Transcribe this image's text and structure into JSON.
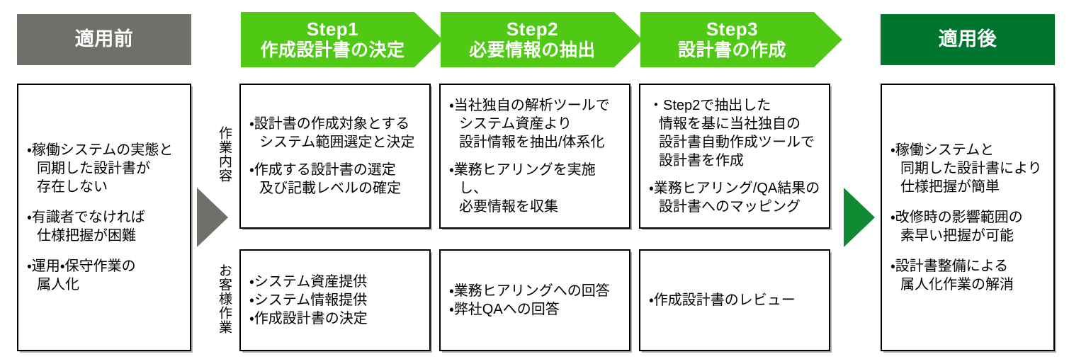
{
  "headers": {
    "before": {
      "label": "適用前",
      "color": "#706f6a"
    },
    "after": {
      "label": "適用後",
      "color": "#00752e"
    },
    "steps": [
      {
        "step": "Step1",
        "title": "作成設計書の決定",
        "color": "#4fc913"
      },
      {
        "step": "Step2",
        "title": "必要情報の抽出",
        "color": "#4fc913"
      },
      {
        "step": "Step3",
        "title": "設計書の作成",
        "color": "#4fc913"
      }
    ]
  },
  "row_labels": {
    "work": "作業内容",
    "customer": "お客様作業"
  },
  "before_box": {
    "items": [
      "・稼働システムの実態と\n 同期した設計書が\n 存在しない",
      "・有識者でなければ\n 仕様把握が困難",
      "・運用・保守作業の\n 属人化"
    ]
  },
  "after_box": {
    "items": [
      "・稼働システムと\n 同期した設計書により\n 仕様把握が簡単",
      "・改修時の影響範囲の\n 素早い把握が可能",
      "・設計書整備による\n 属人化作業の解消"
    ]
  },
  "work_row": {
    "step1": [
      "・設計書の作成対象とする\n システム範囲選定と決定",
      "・作成する設計書の選定\n 及び記載レベルの確定"
    ],
    "step2": [
      "・当社独自の解析ツールで\n システム資産より\n 設計情報を抽出/体系化",
      "・業務ヒアリングを実施し、\n 必要情報を収集"
    ],
    "step3": [
      "・Step2で抽出した\n 情報を基に当社独自の\n 設計書自動作成ツールで\n 設計書を作成",
      "・業務ヒアリング/QA結果の\n 設計書へのマッピング"
    ]
  },
  "customer_row": {
    "step1": [
      "・システム資産提供",
      "・システム情報提供",
      "・作成設計書の決定"
    ],
    "step2": [
      "・業務ヒアリングへの回答",
      "・弊社QAへの回答"
    ],
    "step3": [
      "・作成設計書のレビュー"
    ]
  },
  "arrows": {
    "before_to_steps": {
      "icon": "triangle-right-icon",
      "color": "#706f6a"
    },
    "steps_to_after": {
      "icon": "triangle-right-icon",
      "color": "#0f8a33"
    }
  }
}
